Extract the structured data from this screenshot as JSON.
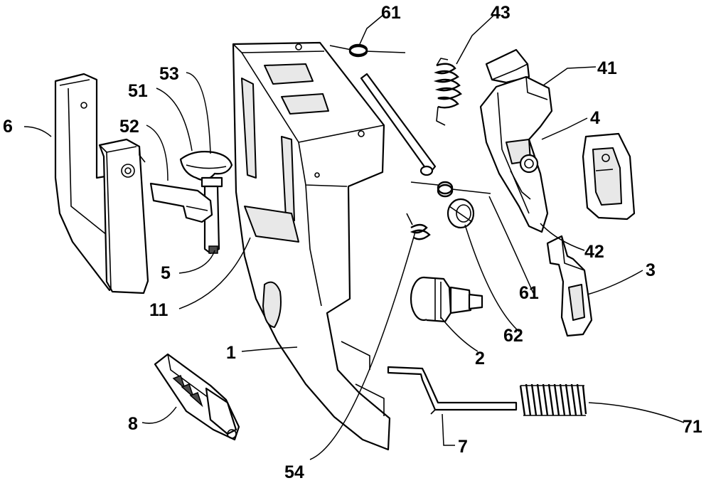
{
  "diagram": {
    "labels": {
      "l1": "1",
      "l2": "2",
      "l3": "3",
      "l4": "4",
      "l5": "5",
      "l6": "6",
      "l7": "7",
      "l8": "8",
      "l11": "11",
      "l41": "41",
      "l42": "42",
      "l43": "43",
      "l51": "51",
      "l52": "52",
      "l53": "53",
      "l54": "54",
      "l61a": "61",
      "l61b": "61",
      "l62": "62",
      "l71": "71"
    }
  }
}
